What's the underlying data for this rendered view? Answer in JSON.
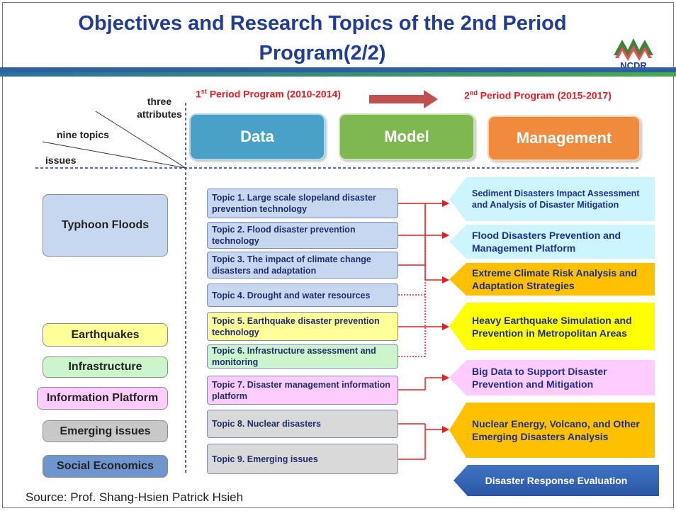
{
  "title": "Objectives and Research Topics of the 2nd Period Program(2/2)",
  "logo_text": "NCDR",
  "header": {
    "three_attributes": "three attributes",
    "nine_topics": "nine topics",
    "issues": "issues",
    "period1_pre": "1",
    "period1_sup": "st",
    "period1_post": " Period Program (2010-2014)",
    "period2_pre": "2",
    "period2_sup": "nd",
    "period2_post": " Period Program (2015-2017)"
  },
  "attributes": [
    {
      "label": "Data",
      "color": "#4aa1c7"
    },
    {
      "label": "Model",
      "color": "#7fb750"
    },
    {
      "label": "Management",
      "color": "#f08a3c"
    }
  ],
  "issues": [
    {
      "label": "Typhoon Floods",
      "color": "#c7d7ef"
    },
    {
      "label": "Earthquakes",
      "color": "#ffff99"
    },
    {
      "label": "Infrastructure",
      "color": "#ccf5cc"
    },
    {
      "label": "Information Platform",
      "color": "#ffccff"
    },
    {
      "label": "Emerging issues",
      "color": "#c8c8c8"
    },
    {
      "label": "Social Economics",
      "color": "#6f95cf"
    }
  ],
  "topics": [
    {
      "label": "Topic 1.  Large scale slopeland disaster prevention technology",
      "color": "#c7d7ef"
    },
    {
      "label": "Topic 2.  Flood disaster prevention technology",
      "color": "#c7d7ef"
    },
    {
      "label": "Topic 3.  The impact of climate change disasters and adaptation",
      "color": "#c7d7ef"
    },
    {
      "label": "Topic 4.  Drought and water resources",
      "color": "#c7d7ef"
    },
    {
      "label": "Topic 5.  Earthquake disaster prevention technology",
      "color": "#ffff99"
    },
    {
      "label": "Topic 6.  Infrastructure assessment and monitoring",
      "color": "#ccf5cc"
    },
    {
      "label": "Topic 7.  Disaster management information platform",
      "color": "#ffccff"
    },
    {
      "label": "Topic 8.  Nuclear disasters",
      "color": "#d9d9d9"
    },
    {
      "label": "Topic 9.  Emerging issues",
      "color": "#d9d9d9"
    }
  ],
  "outcomes": [
    {
      "label": "Sediment Disasters Impact Assessment and Analysis of Disaster Mitigation",
      "color": "#ccf5ff"
    },
    {
      "label": "Flood Disasters Prevention and Management Platform",
      "color": "#ccf5ff"
    },
    {
      "label": "Extreme Climate Risk Analysis and Adaptation Strategies",
      "color": "#ffc000"
    },
    {
      "label": "Heavy Earthquake Simulation and Prevention  in Metropolitan Areas",
      "color": "#ffff00"
    },
    {
      "label": "Big Data to Support Disaster Prevention and Mitigation",
      "color": "#ffccff"
    },
    {
      "label": "Nuclear Energy, Volcano, and Other Emerging Disasters Analysis",
      "color": "#ffc000"
    }
  ],
  "response_label": "Disaster Response Evaluation",
  "source": "Source: Prof. Shang-Hsien Patrick Hsieh",
  "colors": {
    "title": "#1f3c99",
    "period": "#e31e24",
    "arrow": "#e31e24",
    "dashed": "#1f3c99"
  }
}
